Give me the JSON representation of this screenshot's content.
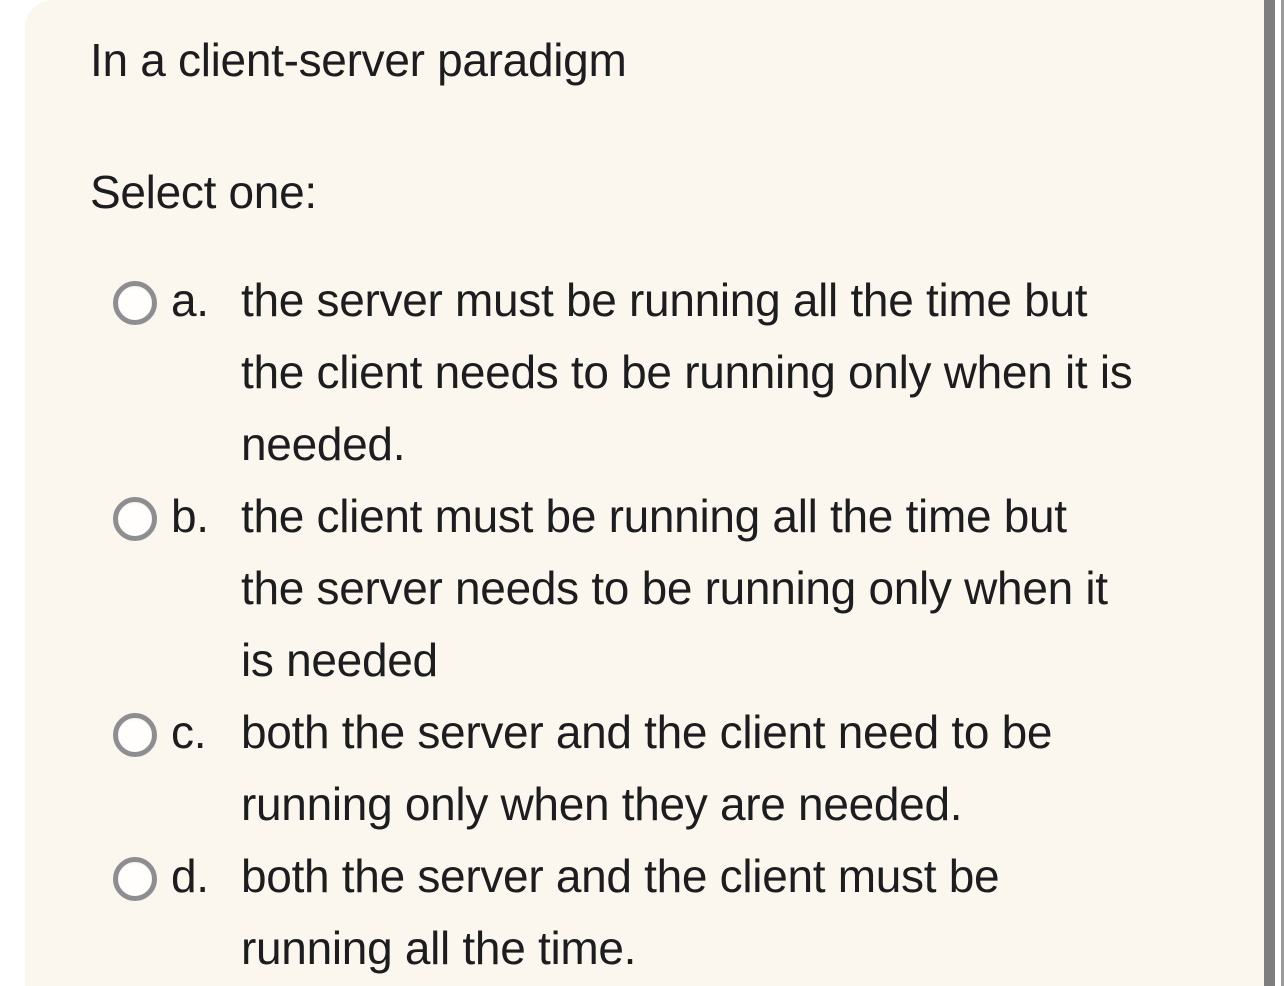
{
  "question": {
    "title": "In a client-server paradigm",
    "prompt": "Select one:",
    "options": [
      {
        "letter": "a.",
        "text": "the server must be running all the time but\nthe client needs to be running only when it is\nneeded.",
        "selected": false
      },
      {
        "letter": "b.",
        "text": "the client must be running all the time but\nthe server needs to be running only when it\nis needed",
        "selected": false
      },
      {
        "letter": "c.",
        "text": "both the server and the client need to be\nrunning only when they are needed.",
        "selected": false
      },
      {
        "letter": "d.",
        "text": "both the server and the client must be\nrunning all the time.",
        "selected": false
      }
    ]
  },
  "colors": {
    "card_background": "#fcf7ee",
    "page_background": "#ffffff",
    "text": "#1d1d1f",
    "radio_ring": "#8e8e90",
    "scrollbar": "#7e7e7e"
  }
}
